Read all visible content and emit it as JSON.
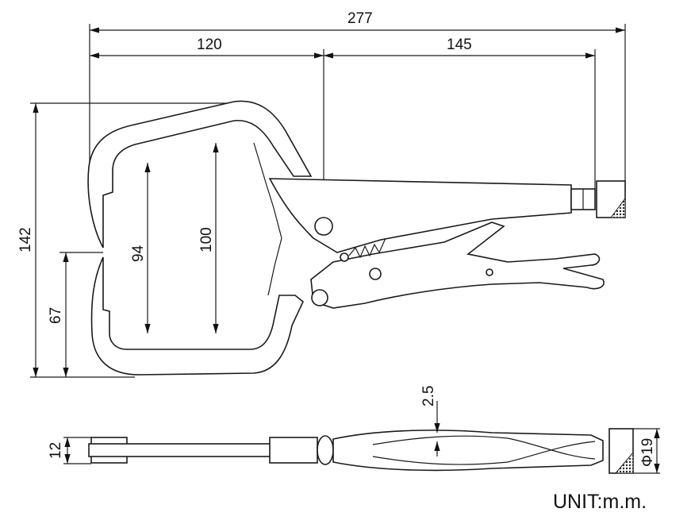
{
  "title": "C-clamp locking pliers dimension drawing",
  "dimensions": {
    "overall_length": "277",
    "jaw_to_pivot": "120",
    "pivot_to_screw": "145",
    "overall_height": "142",
    "lower_height": "67",
    "inner_jaw_94": "94",
    "inner_jaw_100": "100",
    "thickness": "12",
    "handle_gap": "2.5",
    "knob_diameter": "Φ19"
  },
  "unit_label": "UNIT:m.m."
}
